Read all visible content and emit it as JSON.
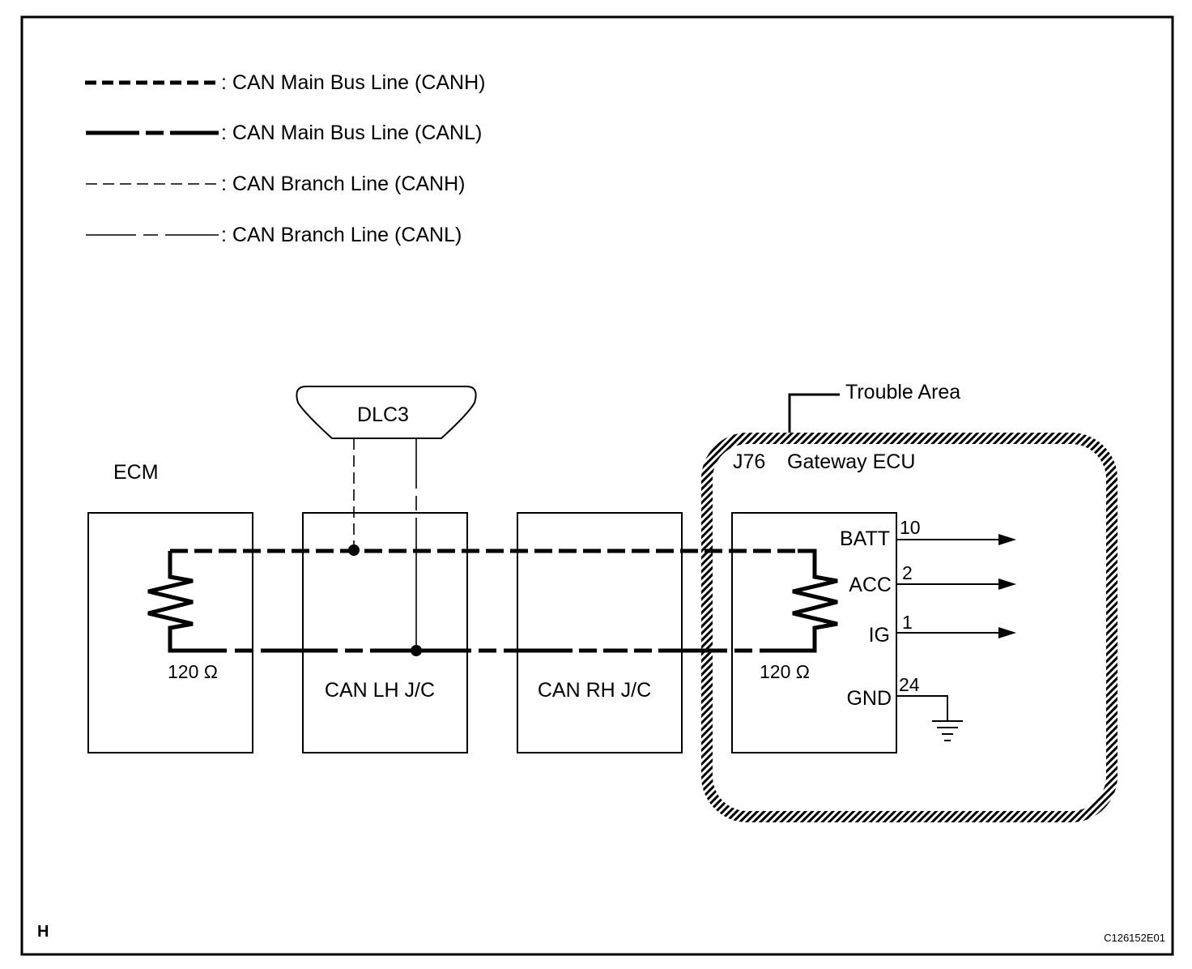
{
  "diagram": {
    "type": "CAN bus wiring diagram",
    "legend": [
      {
        "key": "main_canh",
        "label": ": CAN Main Bus Line (CANH)"
      },
      {
        "key": "main_canl",
        "label": ": CAN Main Bus Line (CANL)"
      },
      {
        "key": "branch_canh",
        "label": ": CAN Branch Line (CANH)"
      },
      {
        "key": "branch_canl",
        "label": ": CAN Branch Line (CANL)"
      }
    ],
    "components": {
      "ecm": {
        "label": "ECM",
        "resistor": "120 Ω"
      },
      "dlc3": {
        "label": "DLC3"
      },
      "can_lh_jc": {
        "label": "CAN LH J/C"
      },
      "can_rh_jc": {
        "label": "CAN RH J/C"
      },
      "gateway": {
        "connector": "J76",
        "label": "Gateway ECU",
        "resistor": "120 Ω",
        "pins": [
          {
            "name": "BATT",
            "number": "10",
            "kind": "arrow"
          },
          {
            "name": "ACC",
            "number": "2",
            "kind": "arrow"
          },
          {
            "name": "IG",
            "number": "1",
            "kind": "arrow"
          },
          {
            "name": "GND",
            "number": "24",
            "kind": "ground"
          }
        ]
      }
    },
    "trouble_area": {
      "label": "Trouble Area"
    },
    "footer": {
      "section": "H",
      "code": "C126152E01"
    },
    "colors": {
      "ink": "#000000",
      "background": "#ffffff"
    }
  }
}
